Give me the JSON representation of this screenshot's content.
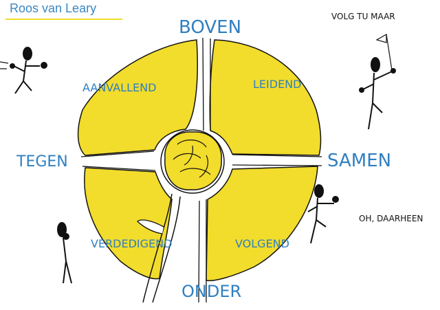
{
  "title": "Roos van Leary",
  "axes": {
    "top": "BOVEN",
    "bottom": "ONDER",
    "left": "TEGEN",
    "right": "SAMEN"
  },
  "quadrants": {
    "top_left": "AANVALLEND",
    "top_right": "LEIDEND",
    "bottom_left": "VERDEDIGEND",
    "bottom_right": "VOLGEND"
  },
  "notes": {
    "follow": "VOLG TU MAAR",
    "there": "OH, DAARHEEN"
  },
  "colors": {
    "accent_yellow": "#f2dc2c",
    "label_blue": "#2f7fc1",
    "ink": "#111111"
  }
}
